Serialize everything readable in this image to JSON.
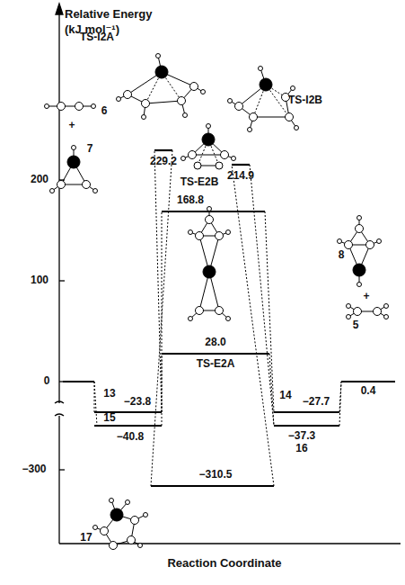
{
  "diagram": {
    "labels": [
      "Relative Energy",
      "(kJ mol⁻¹)",
      "200",
      "100",
      "0",
      "−300",
      "TS-I2A",
      "229.2",
      "TS-I2B",
      "214.9",
      "TS-E2B",
      "168.8",
      "6",
      "+",
      "7",
      "13",
      "−23.8",
      "15",
      "−40.8",
      "28.0",
      "TS-E2A",
      "−310.5",
      "17",
      "8",
      "+",
      "5",
      "14",
      "−27.7",
      "−37.3",
      "16",
      "0.4",
      "Reaction Coordinate"
    ]
  }
}
